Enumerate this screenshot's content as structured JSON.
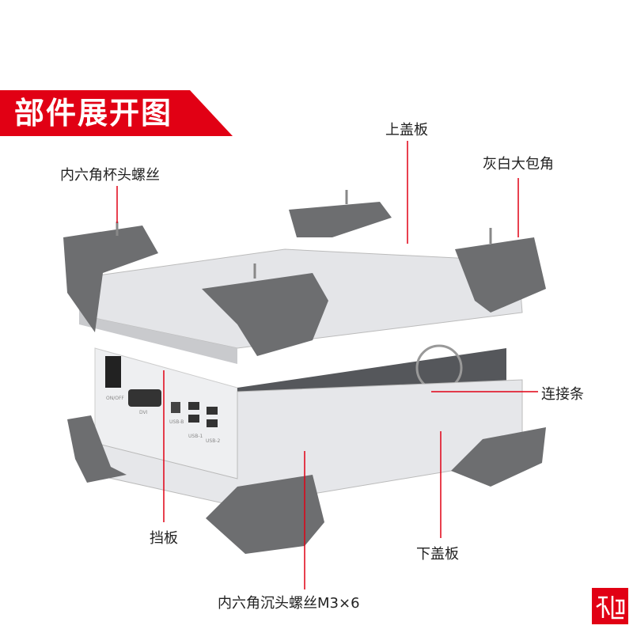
{
  "title": "部件展开图",
  "labels": {
    "top_cover": "上盖板",
    "corner": "灰白大包角",
    "cap_screw": "内六角杯头螺丝",
    "connector_bar": "连接条",
    "baffle": "挡板",
    "bottom_cover": "下盖板",
    "countersunk_screw": "内六角沉头螺丝M3×6"
  },
  "port_labels": [
    "ON/OFF",
    "DVI",
    "USB-B",
    "USB-1",
    "USB-2"
  ],
  "logo_text": "永远",
  "colors": {
    "accent": "#e10014",
    "corner_gray": "#6d6e70",
    "metal": "#dcdde0"
  }
}
